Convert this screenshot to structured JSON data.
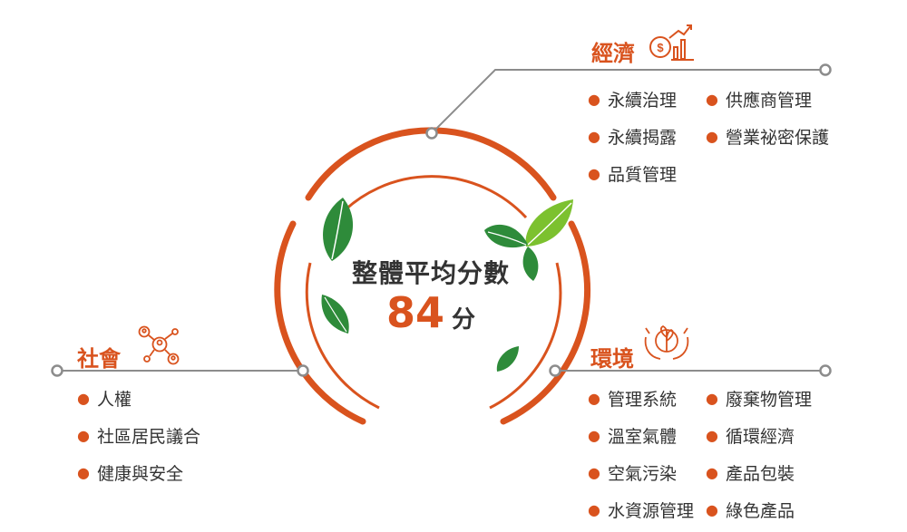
{
  "center": {
    "title": "整體平均分數",
    "score": "84",
    "unit": "分"
  },
  "colors": {
    "accent": "#d9531e",
    "line": "#8c8c8c",
    "leaf_dark": "#2e8b3a",
    "leaf_light": "#7cc12f",
    "text": "#333333"
  },
  "sections": {
    "economy": {
      "title": "經濟",
      "icon": "money-growth-icon",
      "items": [
        "永續治理",
        "供應商管理",
        "永續揭露",
        "營業祕密保護",
        "品質管理"
      ]
    },
    "society": {
      "title": "社會",
      "icon": "people-network-icon",
      "items": [
        "人權",
        "社區居民議合",
        "健康與安全"
      ]
    },
    "environment": {
      "title": "環境",
      "icon": "hands-plant-icon",
      "items": [
        "管理系統",
        "廢棄物管理",
        "溫室氣體",
        "循環經濟",
        "空氣污染",
        "產品包裝",
        "水資源管理",
        "綠色產品"
      ]
    }
  }
}
